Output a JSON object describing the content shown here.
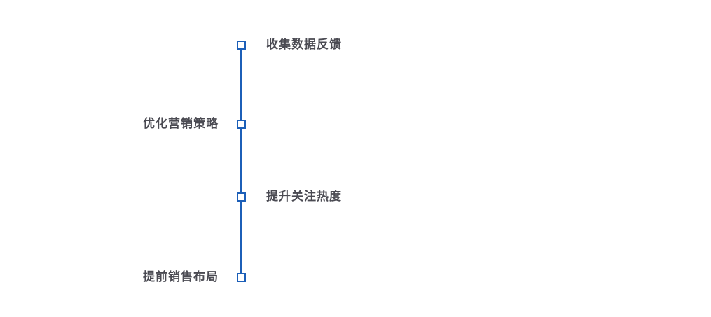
{
  "diagram": {
    "type": "vertical-timeline",
    "accent_color": "#1c5fb8",
    "text_color": "#4a4a52",
    "items": [
      {
        "label": "收集数据反馈",
        "side": "right"
      },
      {
        "label": "优化营销策略",
        "side": "left"
      },
      {
        "label": "提升关注热度",
        "side": "right"
      },
      {
        "label": "提前销售布局",
        "side": "left"
      }
    ]
  }
}
